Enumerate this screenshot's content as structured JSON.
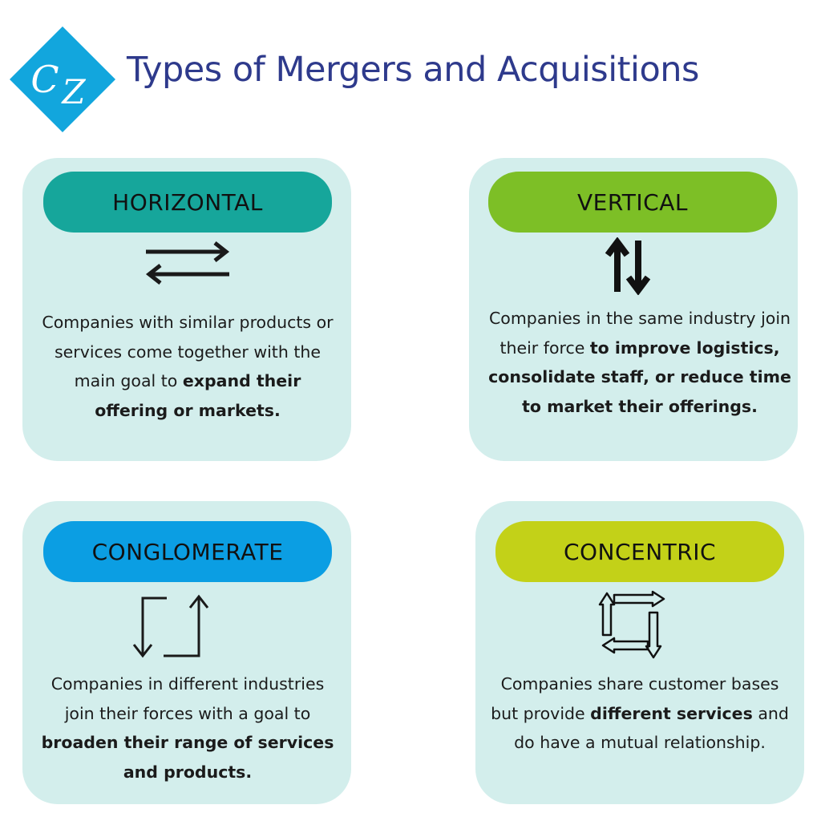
{
  "header": {
    "logo_text": "CZ",
    "title": "Types of Mergers and Acquisitions"
  },
  "cards": [
    {
      "name": "HORIZONTAL",
      "color": "#16a69b",
      "icon": "horizontal-arrows-icon",
      "text_lead": "Companies with similar products or services come together with the main goal to",
      "text_bold": "expand their offering or markets."
    },
    {
      "name": "VERTICAL",
      "color": "#7dbf26",
      "icon": "vertical-arrows-icon",
      "text_lead": "Companies in the same industry join their force",
      "text_bold": "to improve logistics, consolidate staff, or reduce time to market their offerings."
    },
    {
      "name": "CONGLOMERATE",
      "color": "#0b9ee3",
      "icon": "conglomerate-arrows-icon",
      "text_lead": "Companies in different industries join their forces with a goal to",
      "text_bold": "broaden their range of services and products."
    },
    {
      "name": "CONCENTRIC",
      "color": "#c3d118",
      "icon": "circular-arrows-icon",
      "text_lead": "Companies share customer bases but provide",
      "text_bold": "different services",
      "text_tail": "and do have a mutual relationship."
    }
  ]
}
